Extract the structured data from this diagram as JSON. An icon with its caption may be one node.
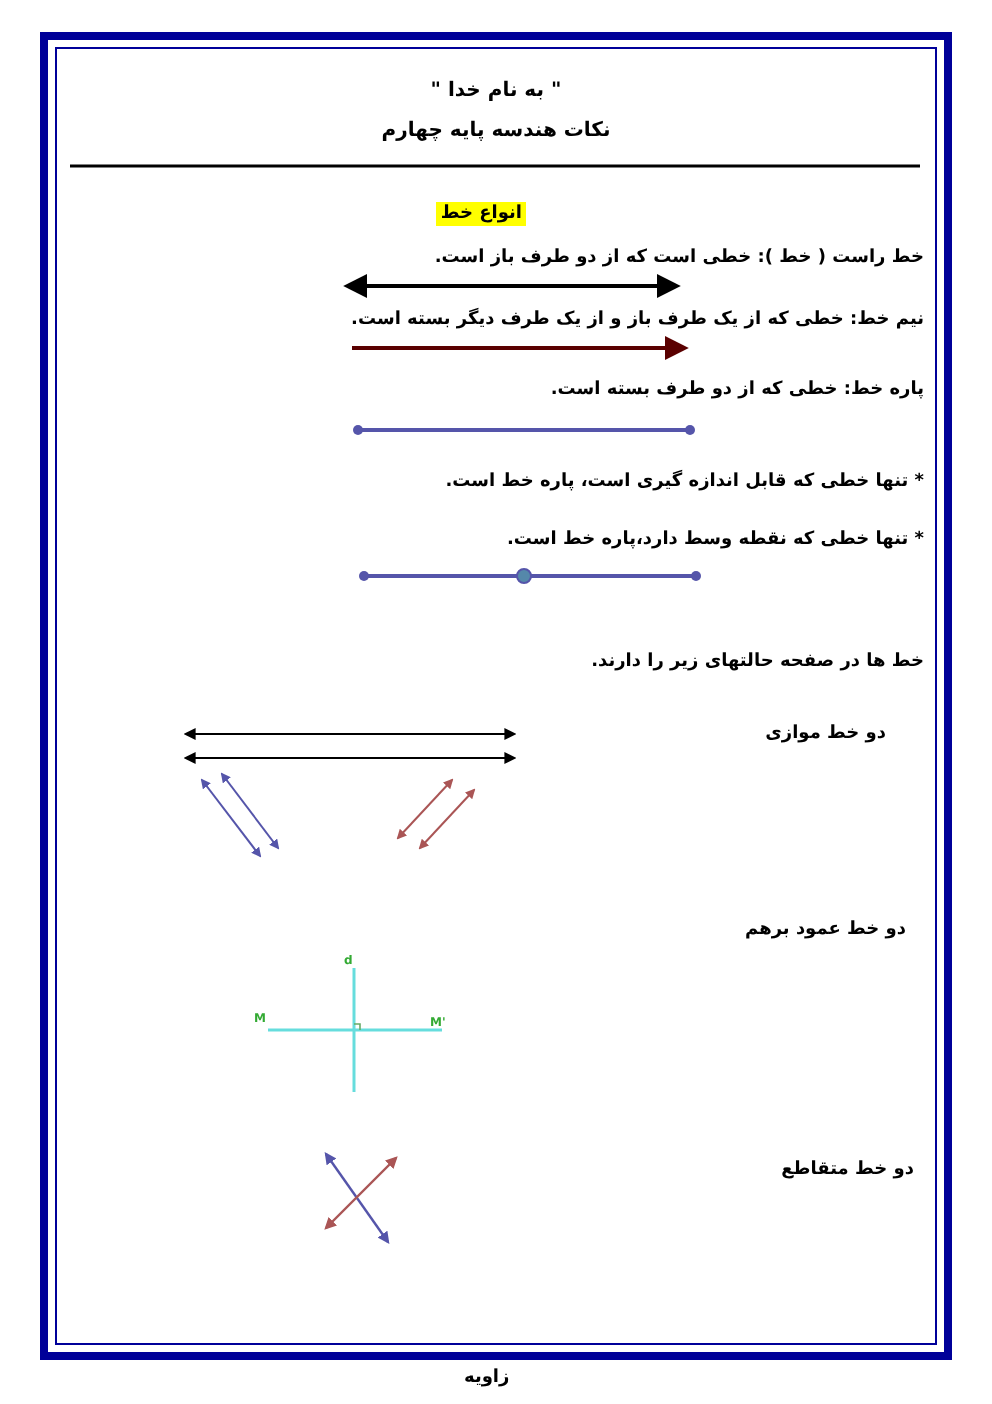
{
  "diagram": {
    "title": "\" به نام خدا \"",
    "labels": [
      "نکات هندسه پایه چهارم",
      "انواع خط",
      "خط راست ( خط ): خطی است که از دو طرف باز است.",
      "نیم خط: خطی که از یک طرف باز و از یک طرف دیگر بسته است.",
      "پاره خط: خطی که از دو طرف بسته است.",
      "* تنها خطی که قابل اندازه گیری است، پاره خط است.",
      "* تنها خطی که نقطه وسط دارد،پاره خط است.",
      "خط ها در صفحه حالتهای زیر را دارند.",
      "دو خط موازی",
      "دو خط عمود برهم",
      "d",
      "M",
      "M'",
      "دو خط متقاطع",
      "زاویه"
    ]
  }
}
